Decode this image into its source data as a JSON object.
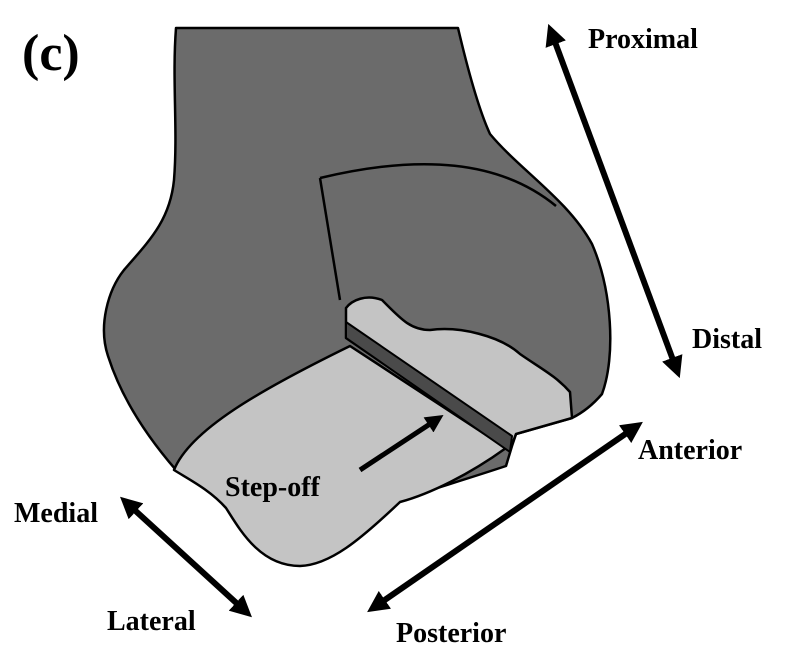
{
  "figure": {
    "panel_label": "(c)",
    "directions": {
      "proximal": "Proximal",
      "distal": "Distal",
      "anterior": "Anterior",
      "posterior": "Posterior",
      "medial": "Medial",
      "lateral": "Lateral"
    },
    "annotation": "Step-off"
  },
  "colors": {
    "bone": "#6b6b6b",
    "articular_surface": "#c4c4c4",
    "step_edge": "#4a4a4a",
    "outline": "#000000"
  }
}
